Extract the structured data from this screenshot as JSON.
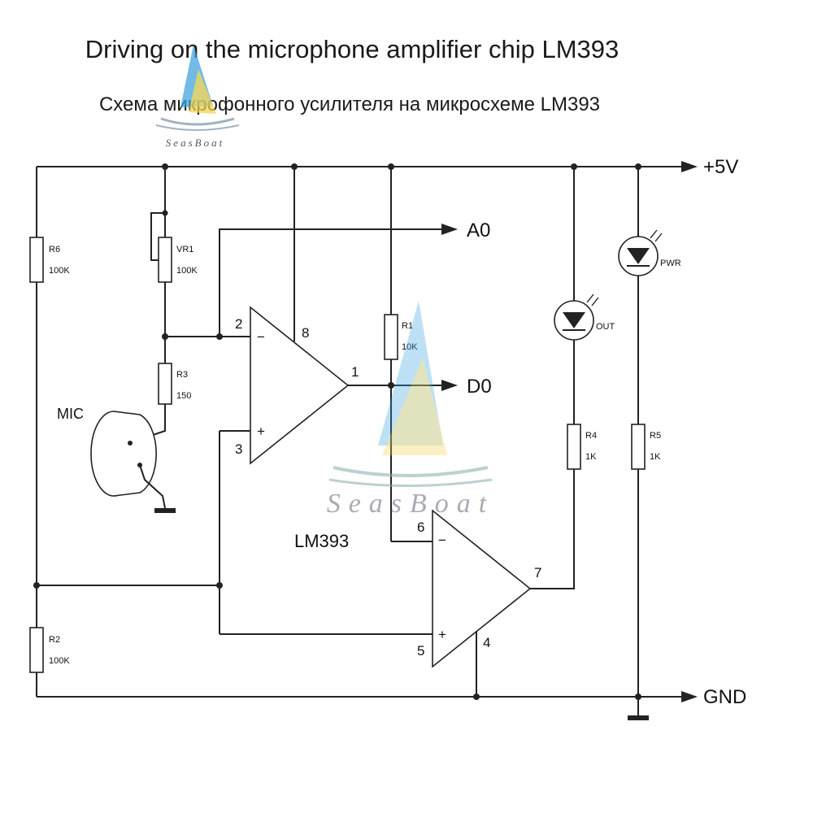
{
  "title": "Driving on the microphone amplifier chip LM393",
  "subtitle": "Схема микрофонного усилителя на микросхеме LM393",
  "watermark": "SeasBoat",
  "nets": {
    "vcc": "+5V",
    "gnd": "GND",
    "analog_out": "A0",
    "digital_out": "D0"
  },
  "chip": "LM393",
  "microphone": "MIC",
  "pins": {
    "p1": "1",
    "p2": "2",
    "p3": "3",
    "p4": "4",
    "p5": "5",
    "p6": "6",
    "p7": "7",
    "p8": "8"
  },
  "op_signs": {
    "minus": "−",
    "plus": "+"
  },
  "components": {
    "r6": {
      "name": "R6",
      "value": "100K"
    },
    "vr1": {
      "name": "VR1",
      "value": "100K"
    },
    "r3": {
      "name": "R3",
      "value": "150"
    },
    "r1": {
      "name": "R1",
      "value": "10K"
    },
    "r2": {
      "name": "R2",
      "value": "100K"
    },
    "r4": {
      "name": "R4",
      "value": "1K"
    },
    "r5": {
      "name": "R5",
      "value": "1K"
    },
    "led_out": {
      "name": "OUT"
    },
    "led_pwr": {
      "name": "PWR"
    }
  },
  "colors": {
    "wire": "#222222",
    "watermark_sail_blue": "#3aa0dc",
    "watermark_sail_yellow": "#f1d24a"
  }
}
